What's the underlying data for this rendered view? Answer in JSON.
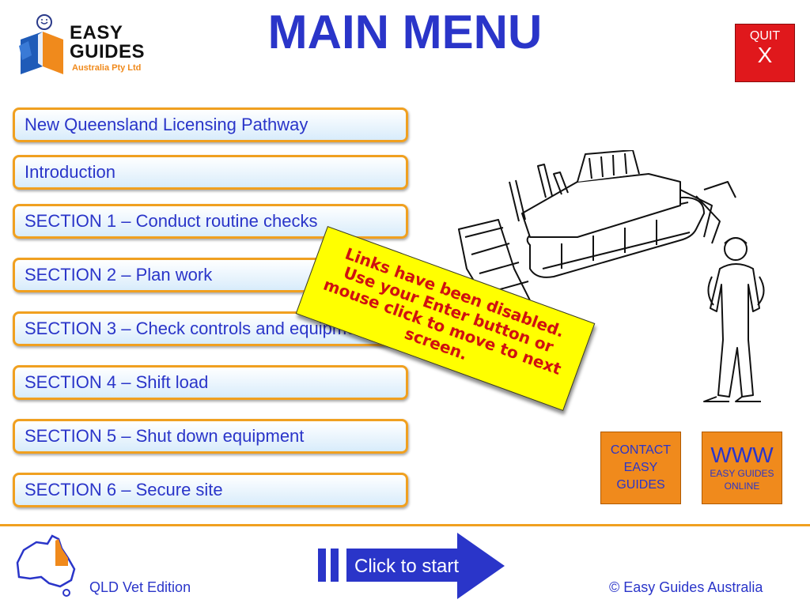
{
  "header": {
    "title": "MAIN MENU",
    "logo": {
      "line1": "EASY",
      "line2": "GUIDES",
      "line3": "Australia Pty Ltd"
    },
    "quit": {
      "label": "QUIT",
      "x": "X"
    }
  },
  "menu": [
    {
      "label": "New Queensland Licensing Pathway"
    },
    {
      "label": "Introduction"
    },
    {
      "label": "SECTION 1 – Conduct routine checks"
    },
    {
      "label": "SECTION 2 – Plan work"
    },
    {
      "label": "SECTION 3 – Check controls and equipment"
    },
    {
      "label": "SECTION 4 – Shift load"
    },
    {
      "label": "SECTION 5 – Shut down equipment"
    },
    {
      "label": "SECTION 6 – Secure site"
    }
  ],
  "note": "Links have been disabled. Use your Enter button or mouse click to move to next screen.",
  "contact": {
    "line1": "CONTACT",
    "line2": "EASY",
    "line3": "GUIDES"
  },
  "www": {
    "big": "WWW",
    "small1": "EASY GUIDES",
    "small2": "ONLINE"
  },
  "footer": {
    "left": "QLD Vet Edition",
    "right": "© Easy Guides Australia",
    "start": "Click to start"
  },
  "colors": {
    "title_blue": "#2a35c9",
    "accent_orange": "#f0a020",
    "quit_red": "#e0181c",
    "note_yellow": "#ffff00",
    "note_text_red": "#d01010"
  },
  "icons": [
    "easy-guides-logo-icon",
    "bulldozer-illustration",
    "australia-map-icon",
    "play-arrow-icon"
  ]
}
